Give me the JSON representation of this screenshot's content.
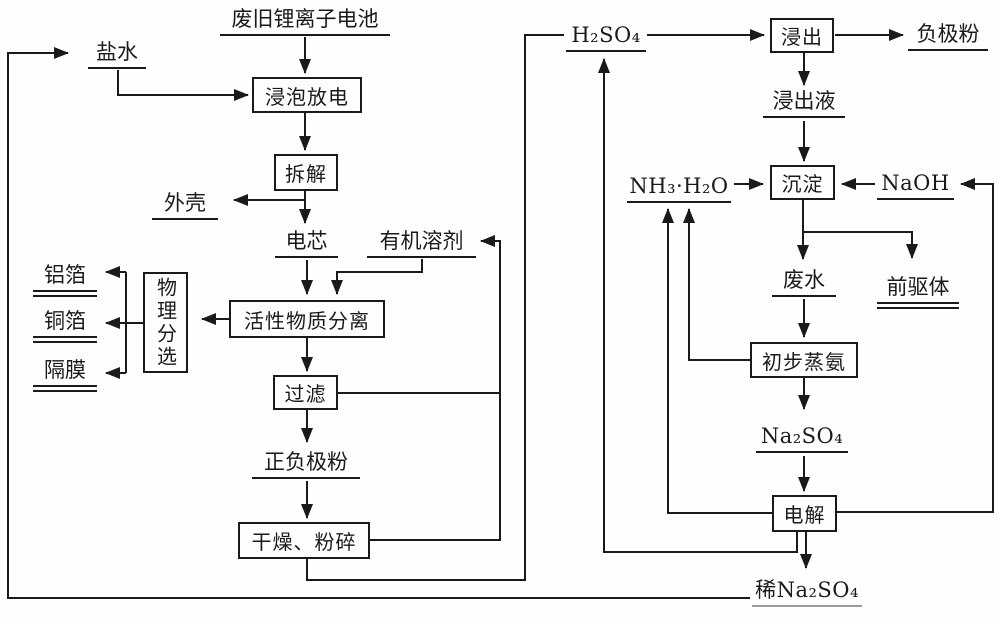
{
  "boxes": {
    "soak_discharge": {
      "label": "浸泡放电"
    },
    "dismantle": {
      "label": "拆解"
    },
    "active_separation": {
      "label": "活性物质分离"
    },
    "physical_sorting": {
      "label": "物理分选"
    },
    "filter": {
      "label": "过滤"
    },
    "dry_crush": {
      "label": "干燥、粉碎"
    },
    "leach": {
      "label": "浸出"
    },
    "precipitate": {
      "label": "沉淀"
    },
    "ammonia_evaporation": {
      "label": "初步蒸氨"
    },
    "electrolysis": {
      "label": "电解"
    }
  },
  "labels": {
    "waste_battery": "废旧锂离子电池",
    "salt_water": "盐水",
    "shell": "外壳",
    "cell": "电芯",
    "organic_solvent": "有机溶剂",
    "al_foil": "铝箔",
    "cu_foil": "铜箔",
    "membrane": "隔膜",
    "electrode_powder": "正负极粉",
    "h2so4": "H₂SO₄",
    "anode_powder": "负极粉",
    "leachate": "浸出液",
    "ammonia_water": "NH₃·H₂O",
    "naoh": "NaOH",
    "waste_water": "废水",
    "precursor": "前驱体",
    "na2so4": "Na₂SO₄",
    "dilute_na2so4": "稀Na₂SO₄"
  },
  "colors": {
    "line": "#1a1a1a",
    "background": "#fefefe",
    "dilute_underline": "#9a9a9a"
  }
}
